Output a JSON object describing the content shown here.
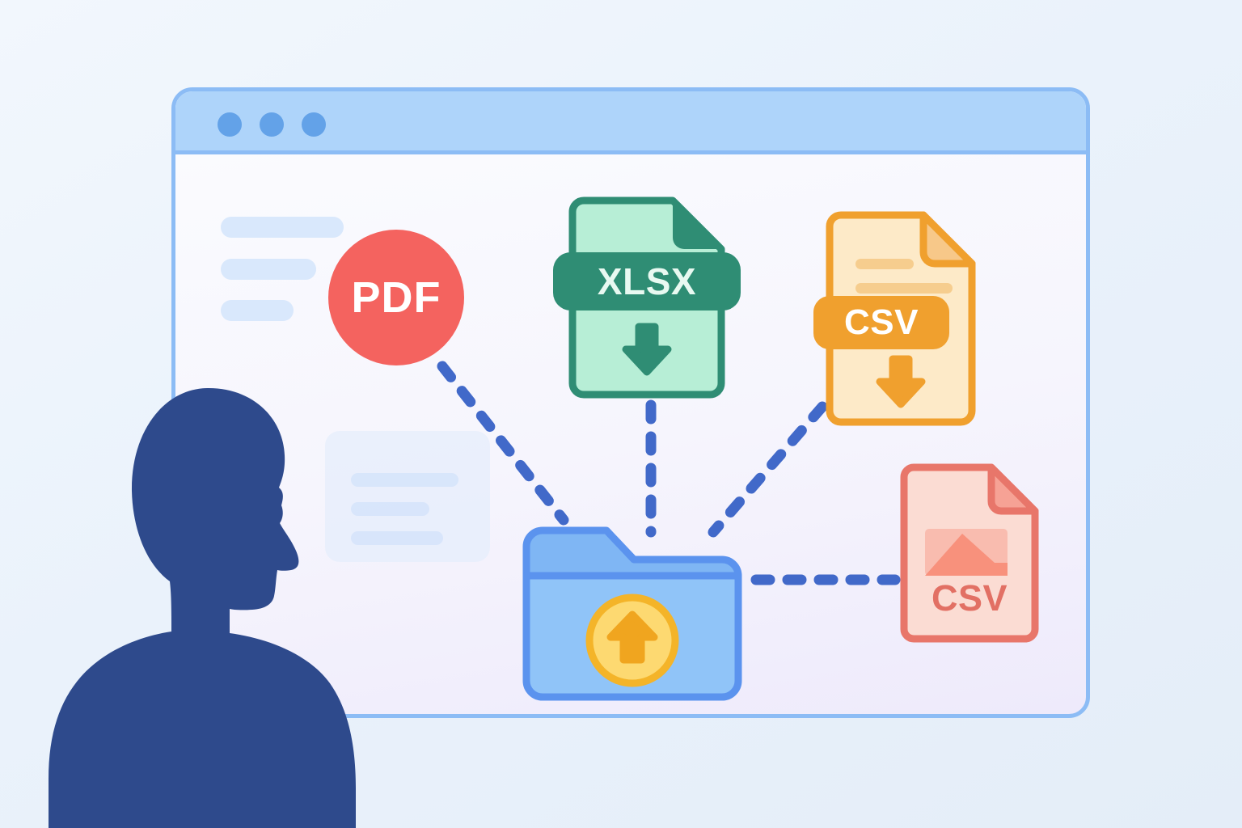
{
  "scene": {
    "title": "File export and upload illustration",
    "background_color": "#eef4fb"
  },
  "browser_window": {
    "titlebar": {
      "dots": [
        {
          "name": "window-dot-1",
          "color": "#63a2e8"
        },
        {
          "name": "window-dot-2",
          "color": "#63a2e8"
        },
        {
          "name": "window-dot-3",
          "color": "#63a2e8"
        }
      ],
      "bar_color": "#aed4fa",
      "border_color": "#8cbcf5"
    },
    "sidebar_placeholders": [
      {
        "label": "",
        "width": 152
      },
      {
        "label": "",
        "width": 118
      },
      {
        "label": "",
        "width": 90
      }
    ],
    "content_card": {
      "lines": [
        {
          "label": "",
          "width": 133
        },
        {
          "label": "",
          "width": 97
        },
        {
          "label": "",
          "width": 114
        }
      ]
    }
  },
  "files": {
    "pdf": {
      "label": "PDF",
      "shape": "circle",
      "fill": "#f4635f",
      "text_color": "#ffffff",
      "icon_name": "pdf-file-badge"
    },
    "xlsx": {
      "label": "XLSX",
      "shape": "document",
      "fill": "#b7eed6",
      "accent": "#2f8d74",
      "text_color": "#e8f9f1",
      "icon_name": "xlsx-file-icon",
      "arrow": "download-arrow"
    },
    "csv_orange": {
      "label": "CSV",
      "shape": "document",
      "fill": "#fdeac8",
      "accent": "#f0a02e",
      "line_color": "#f7cf93",
      "text_color": "#ffffff",
      "icon_name": "csv-file-icon-orange",
      "arrow": "download-arrow"
    },
    "csv_pink": {
      "label": "CSV",
      "shape": "document",
      "fill": "#fbdcd3",
      "accent": "#e8766a",
      "image_fill": "#f8a08e",
      "text_color": "#e27064",
      "icon_name": "csv-file-icon-pink",
      "thumbnail": "image-thumbnail"
    }
  },
  "folder": {
    "name": "upload-folder",
    "fill": "#90c4f8",
    "tab_fill": "#7fb6f4",
    "border": "#5b93ee",
    "badge": {
      "name": "upload-badge",
      "fill": "#fdd971",
      "border": "#f4b429",
      "arrow_color": "#f0a51f",
      "arrow_direction": "up"
    }
  },
  "connectors": {
    "color": "#4169c9",
    "style": "dashed",
    "links": [
      {
        "name": "connector-pdf-to-folder",
        "from": "pdf",
        "to": "folder"
      },
      {
        "name": "connector-xlsx-to-folder",
        "from": "xlsx",
        "to": "folder"
      },
      {
        "name": "connector-csv-orange-to-folder",
        "from": "csv_orange",
        "to": "folder"
      },
      {
        "name": "connector-folder-to-csv-pink",
        "from": "folder",
        "to": "csv_pink"
      }
    ]
  },
  "person": {
    "name": "person-silhouette",
    "fill": "#2e4a8c",
    "facing": "right",
    "description": "Profile silhouette of a person viewing the screen"
  }
}
